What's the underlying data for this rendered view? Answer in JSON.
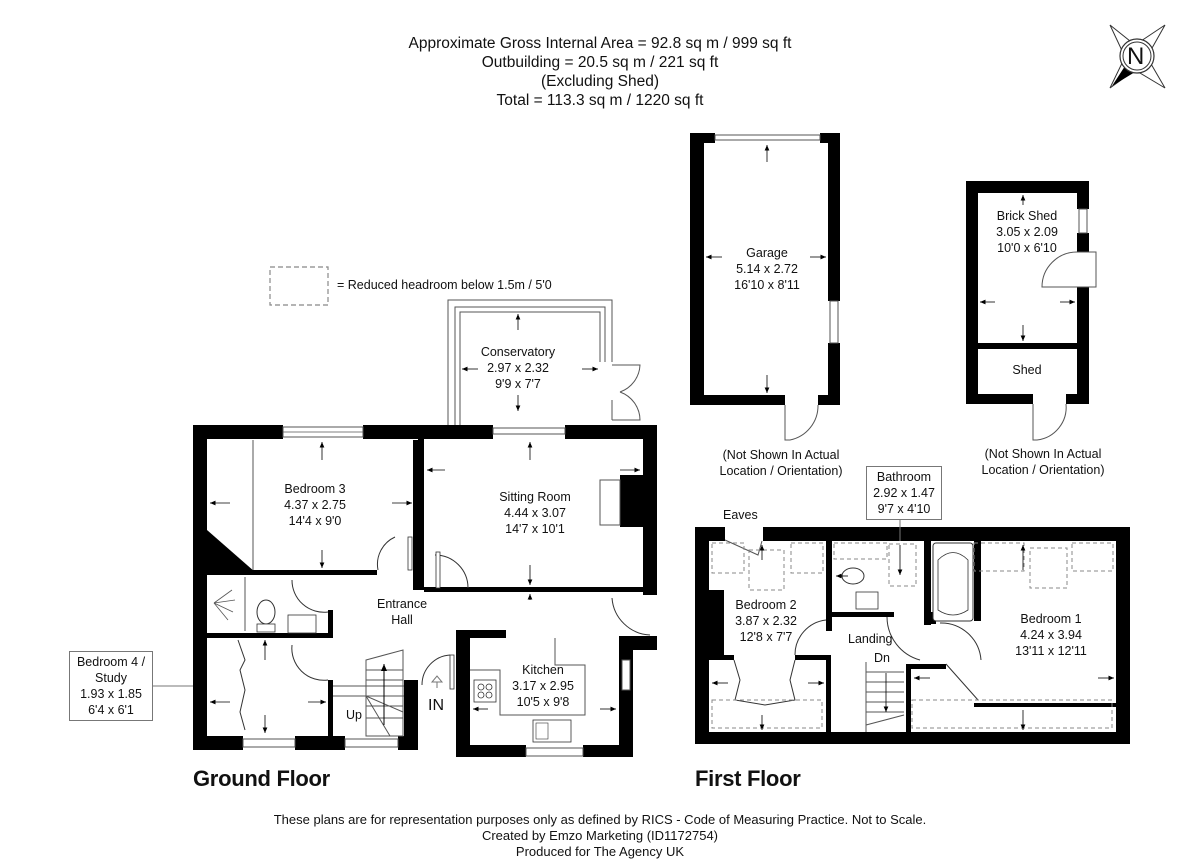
{
  "header": {
    "line1": "Approximate Gross Internal Area = 92.8 sq m / 999 sq ft",
    "line2": "Outbuilding = 20.5 sq m / 221 sq ft",
    "line3": "(Excluding Shed)",
    "line4": "Total = 113.3 sq m / 1220 sq ft"
  },
  "compass": {
    "label": "N",
    "icon": "north-compass-icon"
  },
  "legend": {
    "text": "= Reduced headroom below 1.5m / 5'0"
  },
  "ground_floor": {
    "title": "Ground Floor",
    "rooms": [
      {
        "name": "Conservatory",
        "metric": "2.97 x 2.32",
        "imperial": "9'9 x 7'7"
      },
      {
        "name": "Bedroom 3",
        "metric": "4.37 x 2.75",
        "imperial": "14'4 x 9'0"
      },
      {
        "name": "Sitting Room",
        "metric": "4.44 x 3.07",
        "imperial": "14'7 x 10'1"
      },
      {
        "name": "Entrance",
        "name2": "Hall"
      },
      {
        "name": "Kitchen",
        "metric": "3.17 x 2.95",
        "imperial": "10'5 x 9'8"
      },
      {
        "name": "Bedroom 4 /",
        "name2": "Study",
        "metric": "1.93 x 1.85",
        "imperial": "6'4 x 6'1"
      }
    ],
    "stairs_label": "Up",
    "entrance_label": "IN"
  },
  "first_floor": {
    "title": "First Floor",
    "rooms": [
      {
        "name": "Bathroom",
        "metric": "2.92 x 1.47",
        "imperial": "9'7 x 4'10"
      },
      {
        "name": "Bedroom 2",
        "metric": "3.87 x 2.32",
        "imperial": "12'8 x 7'7"
      },
      {
        "name": "Landing"
      },
      {
        "name": "Bedroom 1",
        "metric": "4.24 x 3.94",
        "imperial": "13'11 x 12'11"
      }
    ],
    "eaves_label": "Eaves",
    "stairs_label": "Dn"
  },
  "outbuildings": {
    "garage": {
      "name": "Garage",
      "metric": "5.14 x 2.72",
      "imperial": "16'10 x 8'11"
    },
    "brick_shed": {
      "name": "Brick Shed",
      "metric": "3.05 x 2.09",
      "imperial": "10'0 x 6'10"
    },
    "shed": {
      "name": "Shed"
    },
    "note_line1": "(Not Shown In Actual",
    "note_line2": "Location / Orientation)"
  },
  "footer": {
    "line1": "These plans are for representation purposes only as defined by RICS - Code of Measuring Practice. Not to Scale.",
    "line2": "Created by Emzo Marketing (ID1172754)",
    "line3": "Produced for The Agency UK"
  },
  "colors": {
    "wall": "#000000",
    "line": "#333333",
    "dash": "#777777",
    "background": "#ffffff"
  }
}
